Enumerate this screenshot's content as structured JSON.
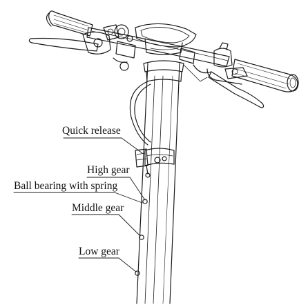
{
  "labels": {
    "quick_release": "Quick release",
    "high_gear": "High gear",
    "ball_bearing": "Ball bearing with spring",
    "middle_gear": "Middle gear",
    "low_gear": "Low gear"
  },
  "colors": {
    "line": "#1a1a1a",
    "background": "#ffffff"
  }
}
